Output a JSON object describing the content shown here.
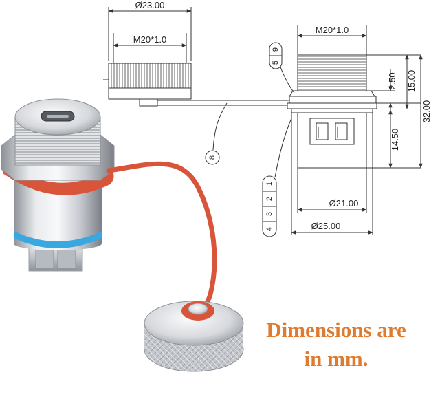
{
  "drawing": {
    "cap_diameter": "Ø23.00",
    "cap_thread": "M20*1.0",
    "socket_thread": "M20*1.0",
    "dim_2_50": "2.50",
    "dim_15_00": "15.00",
    "dim_32_00": "32.00",
    "dim_14_50": "14.50",
    "dim_d21": "Ø21.00",
    "dim_d25": "Ø25.00",
    "balloons_top": [
      "9",
      "5"
    ],
    "balloon_lanyard": "8",
    "balloons_side": [
      "1",
      "2",
      "3",
      "4"
    ]
  },
  "caption": {
    "line1": "Dimensions are",
    "line2": "in mm.",
    "color": "#e07a2e"
  },
  "colors": {
    "line": "#333333",
    "lanyard": "#d8553a",
    "blue_ring": "#3aa8e0",
    "metal": "#c9ccd0"
  }
}
